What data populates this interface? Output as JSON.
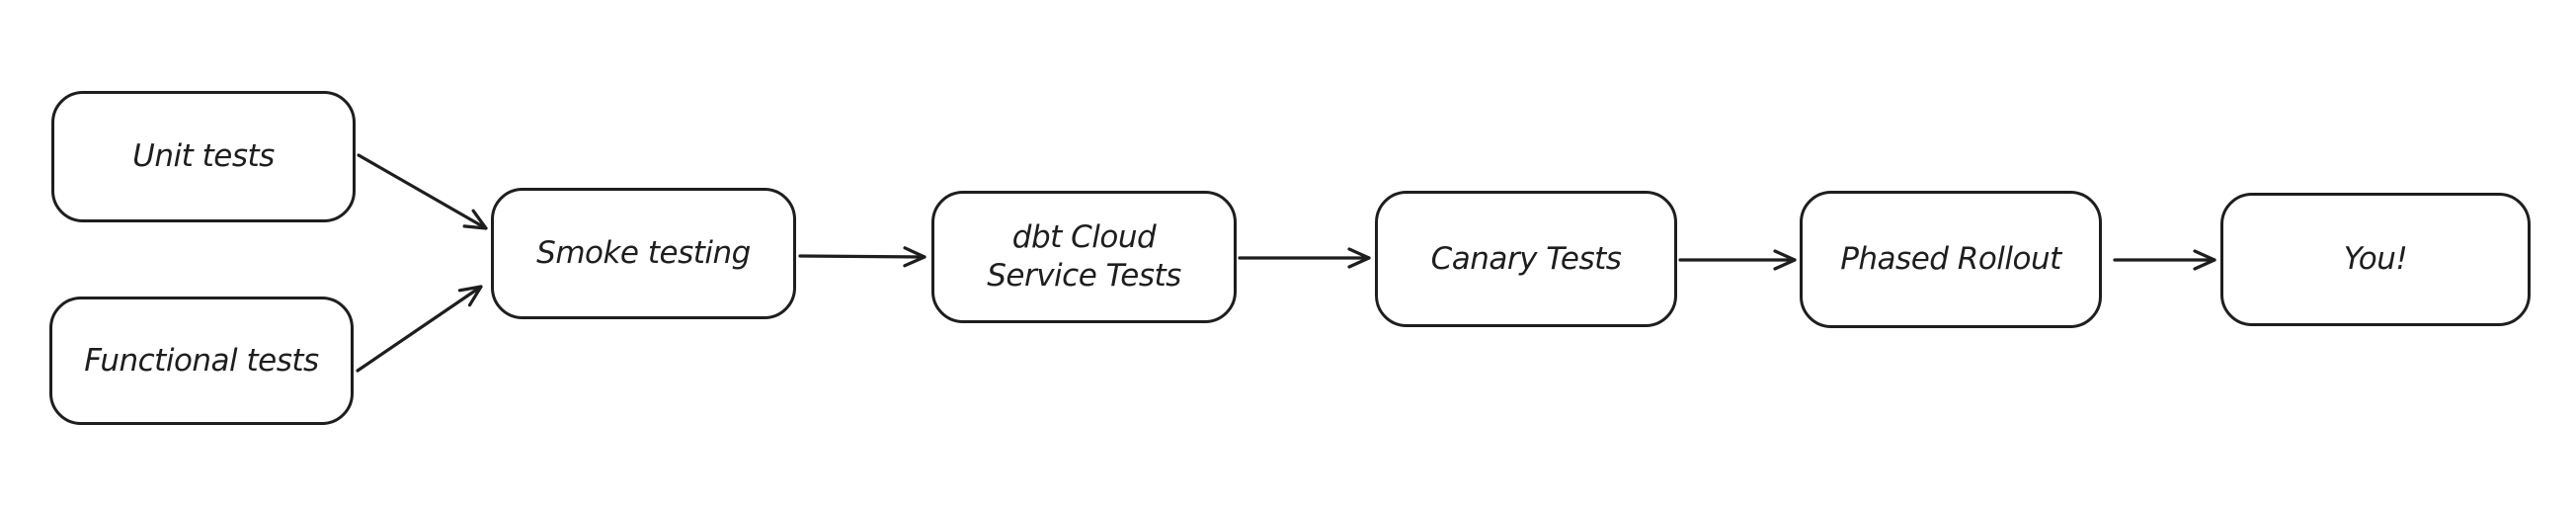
{
  "diagram": {
    "type": "flowchart",
    "background_color": "#ffffff",
    "stroke_color": "#1e1e1e",
    "shape_fill_color": "#ffffff",
    "nodes": [
      {
        "id": "unit-tests",
        "lines": [
          "Unit tests"
        ]
      },
      {
        "id": "functional-tests",
        "lines": [
          "Functional tests"
        ]
      },
      {
        "id": "smoke-testing",
        "lines": [
          "Smoke testing"
        ]
      },
      {
        "id": "dbt-cloud-service-tests",
        "lines": [
          "dbt Cloud",
          "Service Tests"
        ]
      },
      {
        "id": "canary-tests",
        "lines": [
          "Canary Tests"
        ]
      },
      {
        "id": "phased-rollout",
        "lines": [
          "Phased Rollout"
        ]
      },
      {
        "id": "you",
        "lines": [
          "You!"
        ]
      }
    ],
    "edges": [
      {
        "from": "unit-tests",
        "to": "smoke-testing"
      },
      {
        "from": "functional-tests",
        "to": "smoke-testing"
      },
      {
        "from": "smoke-testing",
        "to": "dbt-cloud-service-tests"
      },
      {
        "from": "dbt-cloud-service-tests",
        "to": "canary-tests"
      },
      {
        "from": "canary-tests",
        "to": "phased-rollout"
      },
      {
        "from": "phased-rollout",
        "to": "you"
      }
    ]
  }
}
